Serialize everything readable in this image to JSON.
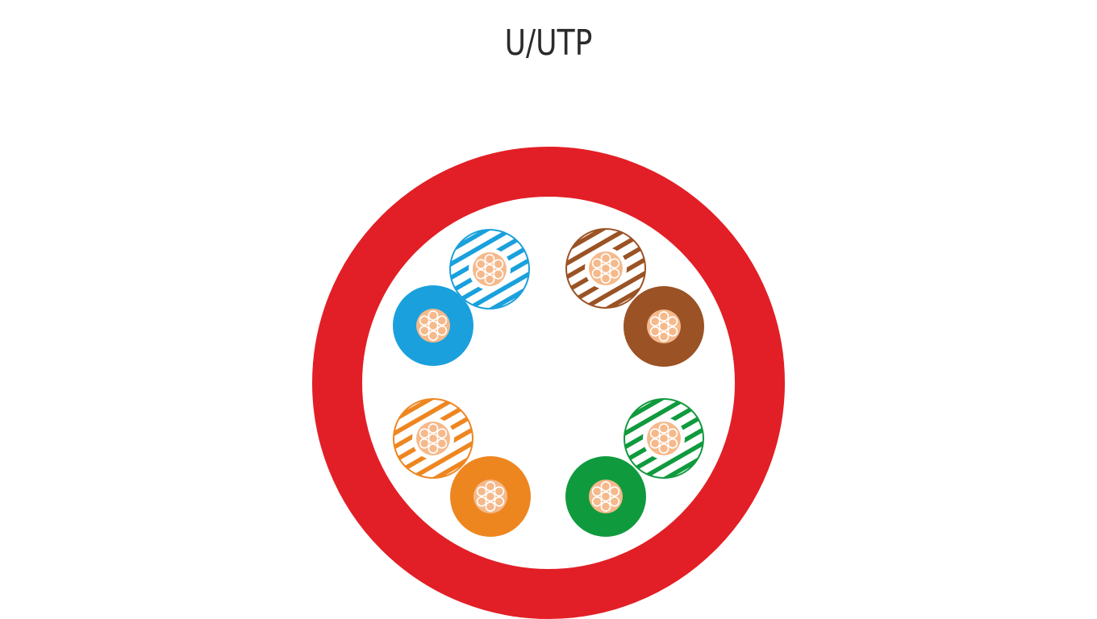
{
  "title": "U/UTP",
  "colors": {
    "jacket": "#e21f26",
    "background": "#ffffff",
    "copper_fill": "#f5b98b",
    "copper_stroke": "#ffffff"
  },
  "pairs": [
    {
      "name": "blue-pair",
      "color": "#1aa0dc",
      "wires": [
        "solid",
        "striped"
      ]
    },
    {
      "name": "brown-pair",
      "color": "#9b5224",
      "wires": [
        "solid",
        "striped"
      ]
    },
    {
      "name": "orange-pair",
      "color": "#ee8620",
      "wires": [
        "solid",
        "striped"
      ]
    },
    {
      "name": "green-pair",
      "color": "#109a3e",
      "wires": [
        "solid",
        "striped"
      ]
    }
  ]
}
